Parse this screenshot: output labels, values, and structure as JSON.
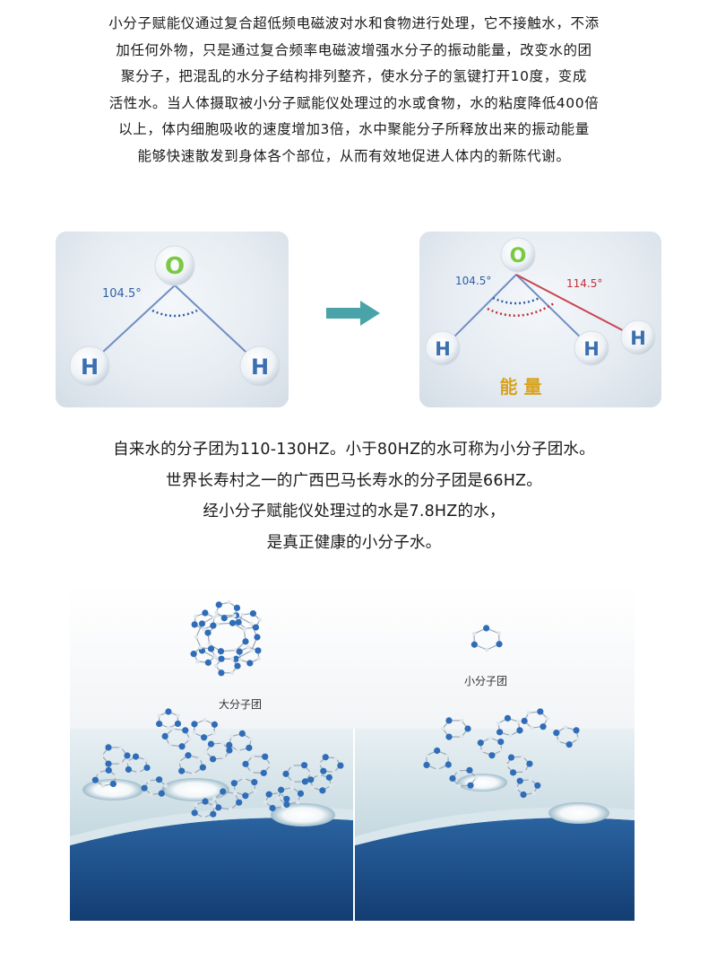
{
  "intro": {
    "lines": [
      "小分子赋能仪通过复合超低频电磁波对水和食物进行处理，它不接触水，不添",
      "加任何外物，只是通过复合频率电磁波增强水分子的振动能量，改变水的团",
      "聚分子，把混乱的水分子结构排列整齐，使水分子的氢键打开10度，变成",
      "活性水。当人体摄取被小分子赋能仪处理过的水或食物，水的粘度降低400倍",
      "以上，体内细胞吸收的速度增加3倍，水中聚能分子所释放出来的振动能量",
      "能够快速散发到身体各个部位，从而有效地促进人体内的新陈代谢。"
    ]
  },
  "molecule_before": {
    "oxygen": "O",
    "hydrogen_left": "H",
    "hydrogen_right": "H",
    "angle": "104.5°"
  },
  "molecule_after": {
    "oxygen": "O",
    "hydrogen_left": "H",
    "hydrogen_mid": "H",
    "hydrogen_right": "H",
    "angle_original": "104.5°",
    "angle_new": "114.5°",
    "energy_label": "能 量"
  },
  "facts": {
    "lines": [
      "自来水的分子团为110-130HZ。小于80HZ的水可称为小分子团水。",
      "世界长寿村之一的广西巴马长寿水的分子团是66HZ。",
      "经小分子赋能仪处理过的水是7.8HZ的水，",
      "是真正健康的小分子水。"
    ]
  },
  "clusters": {
    "large_label": "大分子团",
    "small_label": "小分子团"
  },
  "colors": {
    "oxygen": "#7ac943",
    "hydrogen": "#3a6fb0",
    "bond_blue": "#6f8fc4",
    "bond_red": "#c8454f",
    "angle_blue": "#2e5fa8",
    "angle_red": "#c0303a",
    "energy": "#d9a21b",
    "arrow": "#4aa3a8",
    "water_top": "#bcd3dc",
    "water_deep": "#1d4f8a"
  }
}
